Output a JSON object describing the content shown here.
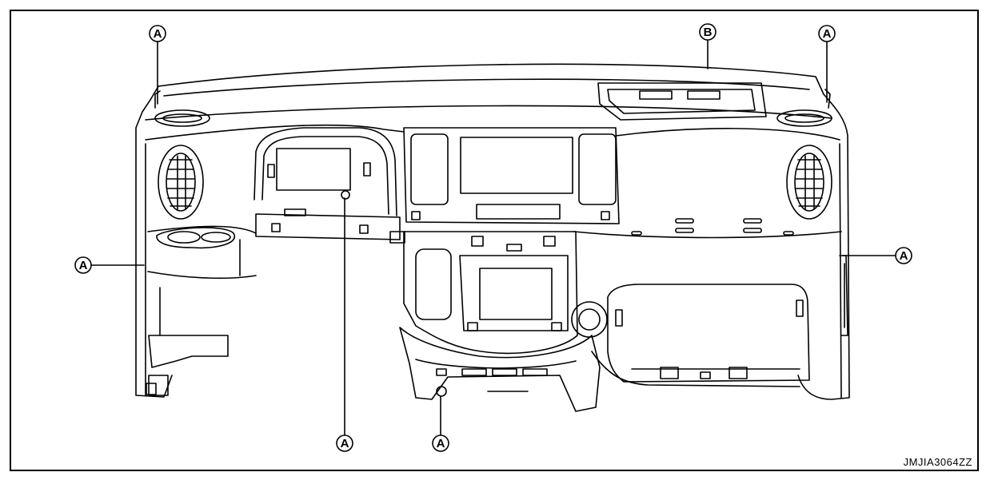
{
  "callouts": {
    "a_top_left": "A",
    "b_top": "B",
    "a_top_right": "A",
    "a_left": "A",
    "a_right": "A",
    "a_bottom_center_left": "A",
    "a_bottom_center": "A"
  },
  "figure_code": "JMJIA3064ZZ"
}
